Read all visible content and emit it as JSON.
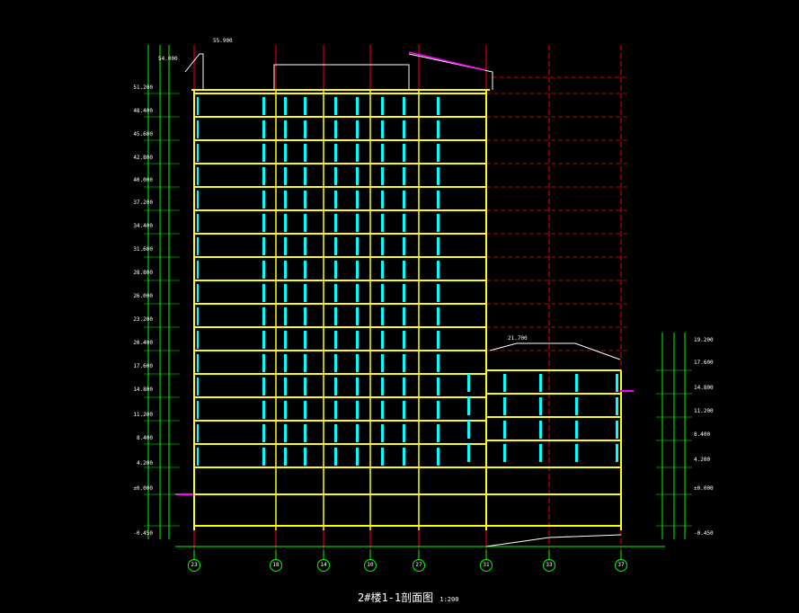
{
  "drawing_title": "2#楼1-1剖面图",
  "scale": "1:200",
  "levels_left": [
    "51.200",
    "48.400",
    "45.600",
    "42.800",
    "40.000",
    "37.200",
    "34.400",
    "31.600",
    "28.800",
    "26.000",
    "23.200",
    "20.400",
    "17.600",
    "14.800",
    "11.200",
    "8.400",
    "4.200",
    "±0.000"
  ],
  "level_bottom_left": "-0.450",
  "level_top_left": "54.000",
  "levels_right": [
    "19.200",
    "17.600",
    "14.800",
    "11.200",
    "8.400",
    "4.200",
    "±0.000"
  ],
  "level_bottom_right": "-0.450",
  "roof_level": "55.900",
  "podium_roof_level": "21.700",
  "axes": [
    "23",
    "18",
    "14",
    "10",
    "27",
    "31",
    "33",
    "37"
  ],
  "colors": {
    "floor_slab": "#ffff00",
    "wall": "#ffff00",
    "window": "#00ffff",
    "dimension": "#00ff00",
    "grid_line": "#ff0000",
    "text": "#ffffff",
    "accent": "#ff00ff"
  }
}
